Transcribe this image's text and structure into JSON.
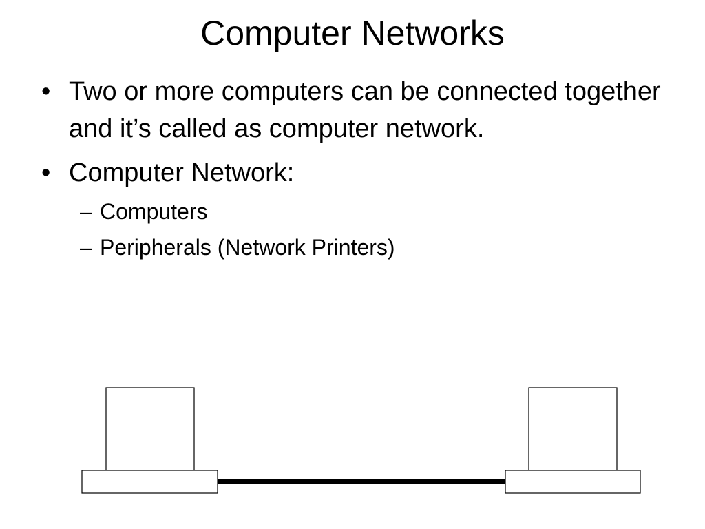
{
  "slide": {
    "title": "Computer Networks",
    "bullets": [
      {
        "text": "Two or more computers can be connected together and it’s called as computer network."
      },
      {
        "text": "Computer Network:",
        "subitems": [
          "Computers",
          "Peripherals (Network Printers)"
        ]
      }
    ],
    "bullet_glyph": "•",
    "sub_glyph": "–"
  },
  "diagram": {
    "stroke_color": "#000000",
    "fill_color": "#ffffff",
    "icons": [
      "computer-left",
      "computer-right"
    ]
  }
}
